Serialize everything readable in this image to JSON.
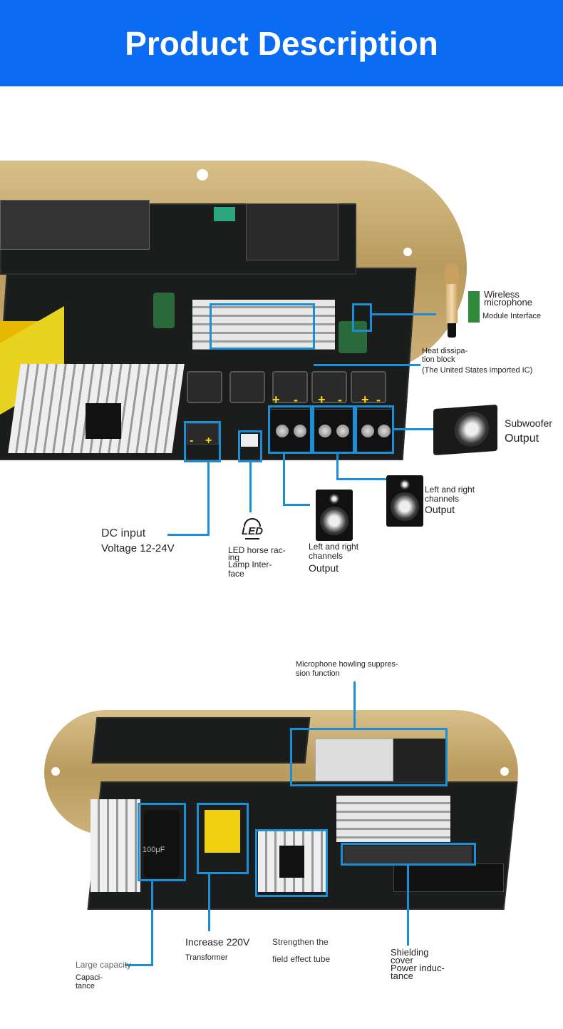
{
  "header": {
    "title": "Product Description",
    "bg_color": "#0a6cf2"
  },
  "accent_color": "#1b8fd6",
  "board1": {
    "polarity": {
      "minus": "-",
      "plus": "+"
    },
    "labels": {
      "wireless_1": "Wireless",
      "wireless_2": "microphone",
      "wireless_3": "Module Interface",
      "heat_1": "Heat dissipa-",
      "heat_2": "tion block",
      "heat_3": "(The United States imported IC)",
      "sub_1": "Subwoofer",
      "sub_2": "Output",
      "lr2_1": "Left and right",
      "lr2_2": "channels",
      "lr2_3": "Output",
      "lr1_1": "Left and right",
      "lr1_2": "channels",
      "lr1_3": "Output",
      "led_icon": "LED",
      "led_1": "LED horse rac-",
      "led_2": "ing",
      "led_3": "Lamp Inter-",
      "led_4": "face",
      "dc_1": "DC input",
      "dc_2": "Voltage 12-24V"
    }
  },
  "board2": {
    "labels": {
      "mic_1": "Microphone howling suppres-",
      "mic_2": "sion function",
      "cap_1": "Large capacity",
      "cap_2": "Capaci-",
      "cap_3": "tance",
      "cap_mark": "100μF",
      "tr_1": "Increase 220V",
      "tr_2": "Transformer",
      "fet_1": "Strengthen the",
      "fet_2": "field effect tube",
      "ind_1": "Shielding",
      "ind_2": "cover",
      "ind_3": "Power induc-",
      "ind_4": "tance"
    }
  }
}
